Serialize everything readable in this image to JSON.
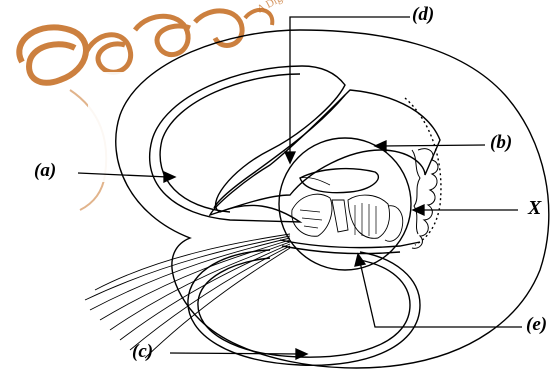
{
  "watermark": {
    "logo_text": "e-පාඨශාලා",
    "tagline": "A Digital Portal for The General Education",
    "color": "#c46a1e",
    "image_kind": "watermark"
  },
  "labels": {
    "a": "(a)",
    "b": "(b)",
    "c": "(c)",
    "d": "(d)",
    "e": "(e)",
    "x": "X"
  },
  "colors": {
    "line": "#000000",
    "background": "#ffffff"
  }
}
